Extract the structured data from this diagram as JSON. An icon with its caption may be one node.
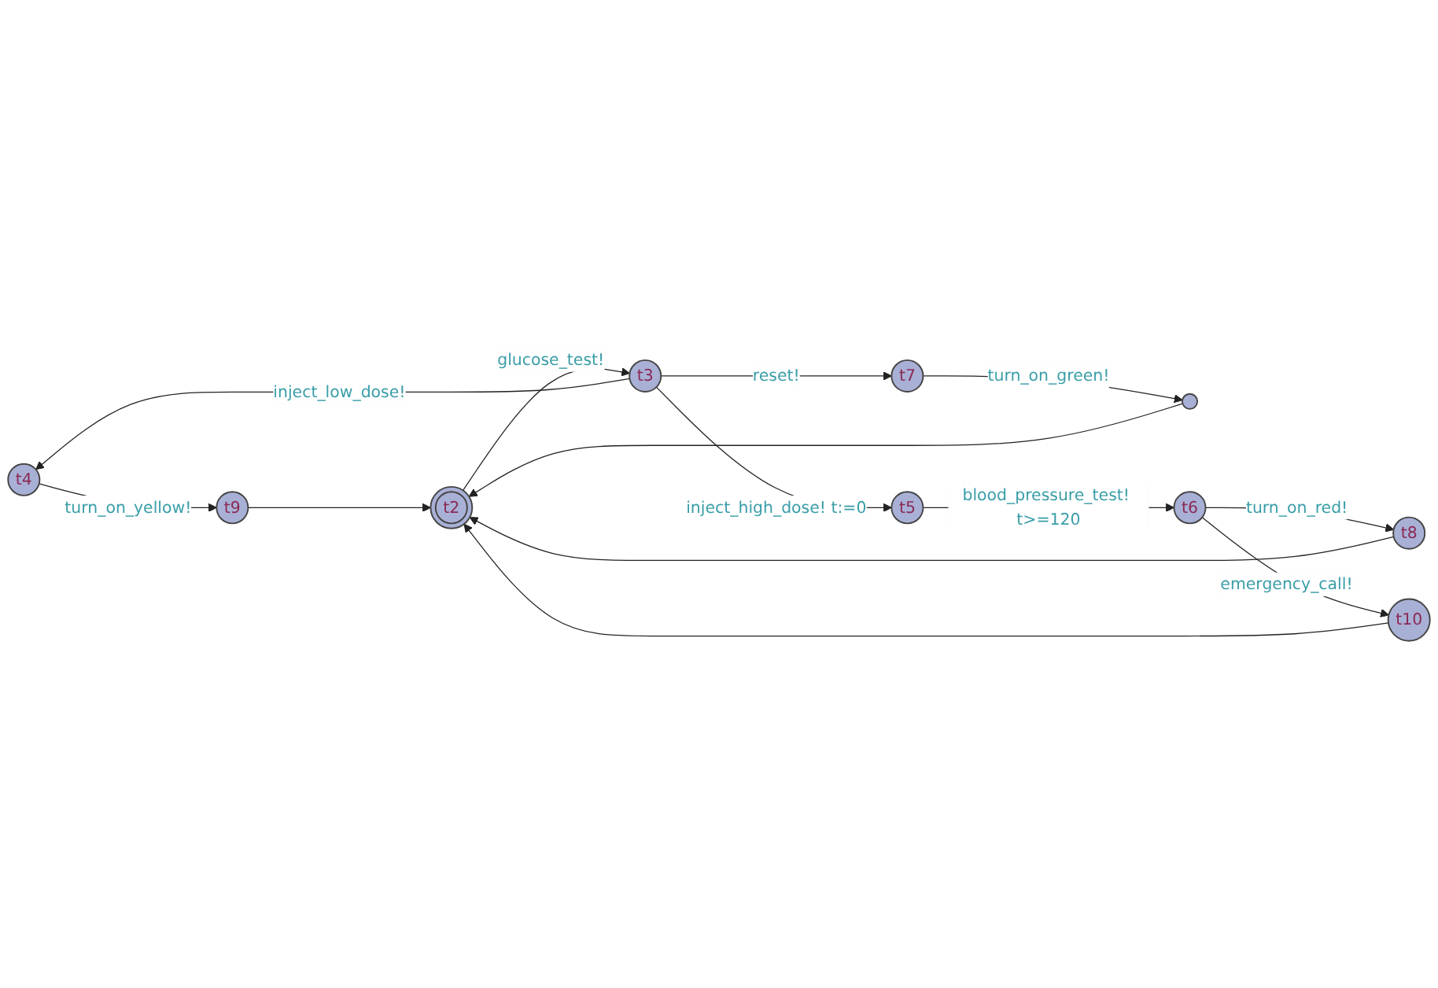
{
  "diagram": {
    "nodes": [
      {
        "text": [
          "t4"
        ]
      },
      {
        "text": [
          "t9"
        ]
      },
      {
        "text": [
          "t7"
        ]
      },
      {
        "text": [],
        "shape": "circle"
      },
      {
        "text": [
          "t2"
        ]
      },
      {
        "text": [
          "t3"
        ]
      },
      {
        "text": [
          "t8"
        ]
      },
      {
        "text": [
          "t10"
        ]
      },
      {
        "text": [
          "t6"
        ]
      },
      {
        "text": [
          "t5"
        ]
      }
    ],
    "edges": [
      {
        "from": 5,
        "to": 0,
        "arrow": "to",
        "label": "inject_low_dose!"
      },
      {
        "from": 0,
        "to": 1,
        "arrow": "to",
        "label": "turn_on_yellow!"
      },
      {
        "from": 1,
        "to": 4,
        "arrow": "to"
      },
      {
        "from": 5,
        "to": 2,
        "arrow": "to",
        "label": "reset!"
      },
      {
        "from": 2,
        "to": 3,
        "arrow": "to",
        "label": "turn_on_green!"
      },
      {
        "from": 3,
        "to": 4,
        "arrow": "to"
      },
      {
        "from": 4,
        "to": 5,
        "arrow": "to",
        "label": "glucose_test!"
      },
      {
        "from": 5,
        "to": 9,
        "arrow": "to",
        "label": "inject_high_dose! t:=0"
      },
      {
        "from": 9,
        "to": 8,
        "arrow": "to",
        "label": "blood_pressure_test! t>=120"
      },
      {
        "from": 8,
        "to": 6,
        "arrow": "to",
        "label": "turn_on_red!"
      },
      {
        "from": 6,
        "to": 4,
        "arrow": "to"
      },
      {
        "from": 8,
        "to": 7,
        "arrow": "to",
        "label": "emergency_call!"
      },
      {
        "from": 7,
        "to": 4,
        "arrow": "to"
      }
    ]
  }
}
